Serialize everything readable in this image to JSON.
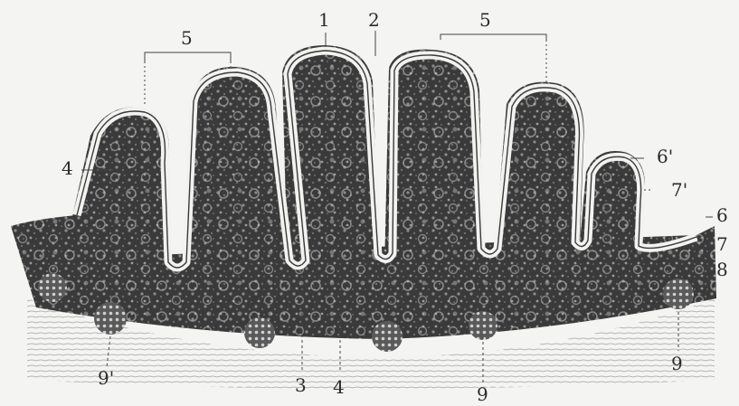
{
  "figure": {
    "labels": {
      "l1": "1",
      "l2": "2",
      "l5_left": "5",
      "l5_right": "5",
      "l4_left": "4",
      "l6_prime": "6'",
      "l7_prime": "7'",
      "l6": "6",
      "l7": "7",
      "l8": "8",
      "l9_prime": "9'",
      "l3": "3",
      "l4_bottom": "4",
      "l9_bottom": "9",
      "l9_right": "9"
    }
  }
}
